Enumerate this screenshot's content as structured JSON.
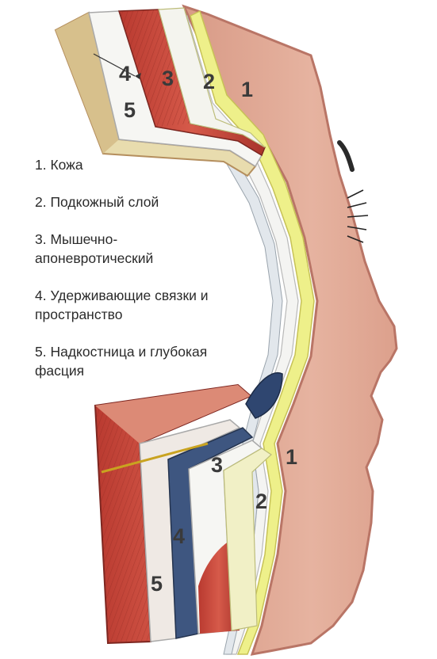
{
  "legend": [
    "1. Кожа",
    "2. Подкожный слой",
    "3. Мышечно-апоневротический",
    "4. Удерживающие связки и пространство",
    "5. Надкостница и глубокая фасция"
  ],
  "callouts": {
    "top": [
      "4",
      "3",
      "2",
      "1",
      "5"
    ],
    "bottom": [
      "1",
      "2",
      "3",
      "4",
      "5"
    ]
  },
  "colors": {
    "skin": "#e2aa96",
    "skin_edge": "#b97566",
    "fat": "#eef08a",
    "muscle": "#c9473b",
    "fascia": "#f3f3f1",
    "periosteum": "#e8dcae",
    "ligament": "#3e5680"
  }
}
